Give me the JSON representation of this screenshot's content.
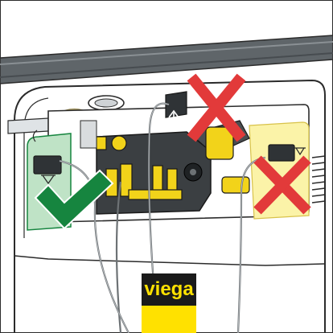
{
  "illustration": {
    "brand_label": "viega",
    "colors": {
      "brand_yellow": "#ffe100",
      "brand_black": "#1a1a1a",
      "approved_green": "#16853f",
      "approved_zone_fill": "#bfe3c6",
      "rejected_red": "#e23a3a",
      "rejected_zone_fill": "#fbf3a8",
      "component_yellow": "#f2d31a",
      "rail_grey": "#5f6569",
      "outline": "#2b2b2b"
    },
    "markers": [
      {
        "name": "correct-position",
        "symbol": "check"
      },
      {
        "name": "wrong-position-top",
        "symbol": "cross"
      },
      {
        "name": "wrong-position-right",
        "symbol": "cross"
      }
    ]
  }
}
